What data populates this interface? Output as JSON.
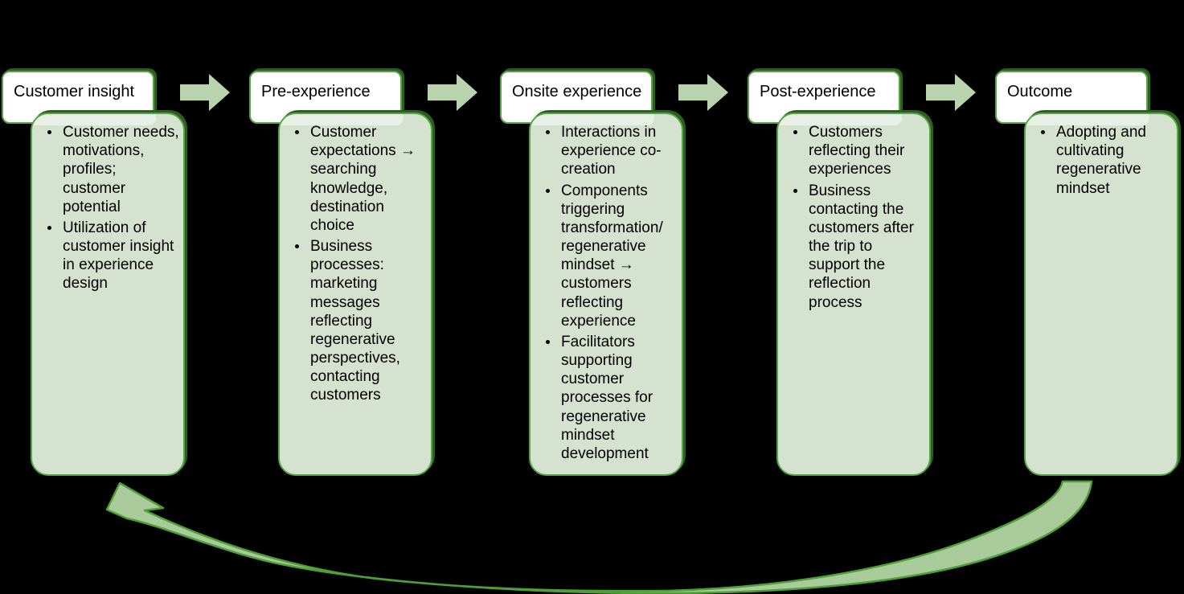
{
  "colors": {
    "background": "#000000",
    "box_border_green": "#54a546",
    "box_shadow_dark_green": "#2d5e1e",
    "content_fill_green": "#d5e2cf",
    "header_fill_white": "#ffffff",
    "overlap_band_white": "rgba(255,255,255,0.45)",
    "flow_arrow_fill": "#bad3af",
    "loop_arrow_fill": "#a9cb9c",
    "loop_arrow_stroke": "#4ea036",
    "text": "#000000"
  },
  "diagram": {
    "stages": [
      {
        "header": "Customer insight",
        "bullets": [
          "Customer needs, motivations, profiles; customer potential",
          "Utilization of customer insight in experience design"
        ]
      },
      {
        "header": "Pre-experience",
        "bullets": [
          "Customer expectations → searching knowledge, destination choice",
          "Business processes: marketing messages reflecting regenerative perspectives, contacting customers"
        ]
      },
      {
        "header": "Onsite experience",
        "bullets": [
          "Interactions in experience co-creation",
          "Components triggering transformation/ regenerative mindset → customers reflecting experience",
          "Facilitators supporting customer processes for regenerative mindset development"
        ]
      },
      {
        "header": "Post-experience",
        "bullets": [
          "Customers reflecting their experiences",
          "Business contacting the customers after the trip to support the reflection process"
        ]
      },
      {
        "header": "Outcome",
        "bullets": [
          "Adopting and cultivating regenerative mindset"
        ]
      }
    ]
  }
}
